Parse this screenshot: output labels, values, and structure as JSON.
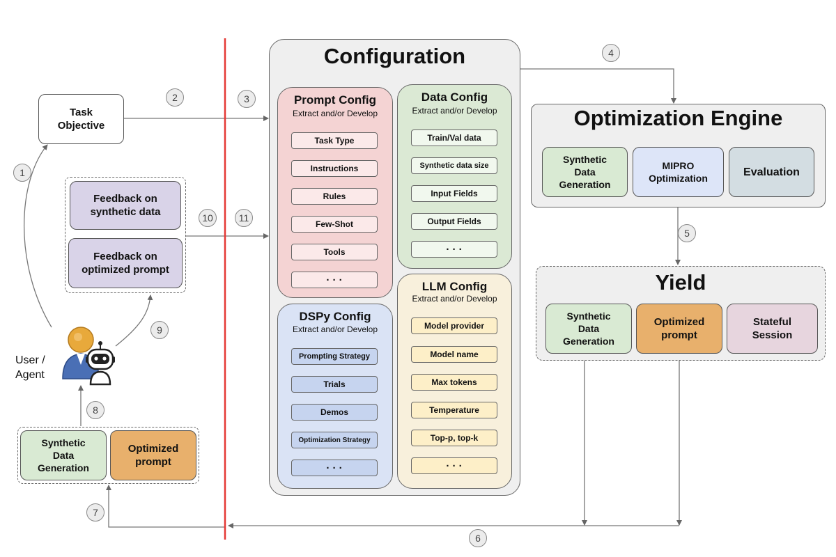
{
  "task_objective": "Task\nObjective",
  "user_agent": "User /\nAgent",
  "feedback_synthetic": "Feedback on\nsynthetic data",
  "feedback_prompt": "Feedback on\noptimized prompt",
  "bottom_left": {
    "synthetic": "Synthetic\nData\nGeneration",
    "optimized": "Optimized\nprompt"
  },
  "configuration": {
    "title": "Configuration",
    "prompt_config": {
      "title": "Prompt Config",
      "subtitle": "Extract and/or Develop",
      "items": [
        "Task Type",
        "Instructions",
        "Rules",
        "Few-Shot",
        "Tools",
        "· · ·"
      ]
    },
    "data_config": {
      "title": "Data Config",
      "subtitle": "Extract and/or Develop",
      "items": [
        "Train/Val data",
        "Synthetic data size",
        "Input Fields",
        "Output Fields",
        "· · ·"
      ]
    },
    "dspy_config": {
      "title": "DSPy Config",
      "subtitle": "Extract and/or Develop",
      "items": [
        "Prompting Strategy",
        "Trials",
        "Demos",
        "Optimization Strategy",
        "· · ·"
      ]
    },
    "llm_config": {
      "title": "LLM Config",
      "subtitle": "Extract and/or Develop",
      "items": [
        "Model provider",
        "Model name",
        "Max tokens",
        "Temperature",
        "Top-p, top-k",
        "· · ·"
      ]
    }
  },
  "optimization_engine": {
    "title": "Optimization Engine",
    "boxes": [
      "Synthetic\nData\nGeneration",
      "MIPRO\nOptimization",
      "Evaluation"
    ]
  },
  "yield": {
    "title": "Yield",
    "boxes": [
      "Synthetic\nData\nGeneration",
      "Optimized\nprompt",
      "Stateful\nSession"
    ]
  },
  "step_numbers": [
    "1",
    "2",
    "3",
    "4",
    "5",
    "6",
    "7",
    "8",
    "9",
    "10",
    "11"
  ],
  "colors": {
    "red_line": "#e53935",
    "prompt": "#f4d3d3",
    "data": "#dbe9d4",
    "dspy": "#dae3f5",
    "llm": "#f8f0dc",
    "purple": "#d9d3e8",
    "green": "#d9ead3",
    "orange": "#e8b06c",
    "mipro": "#dde5f8",
    "eval": "#d3dde2",
    "pink": "#e7d5de",
    "gray_panel": "#efefef"
  }
}
